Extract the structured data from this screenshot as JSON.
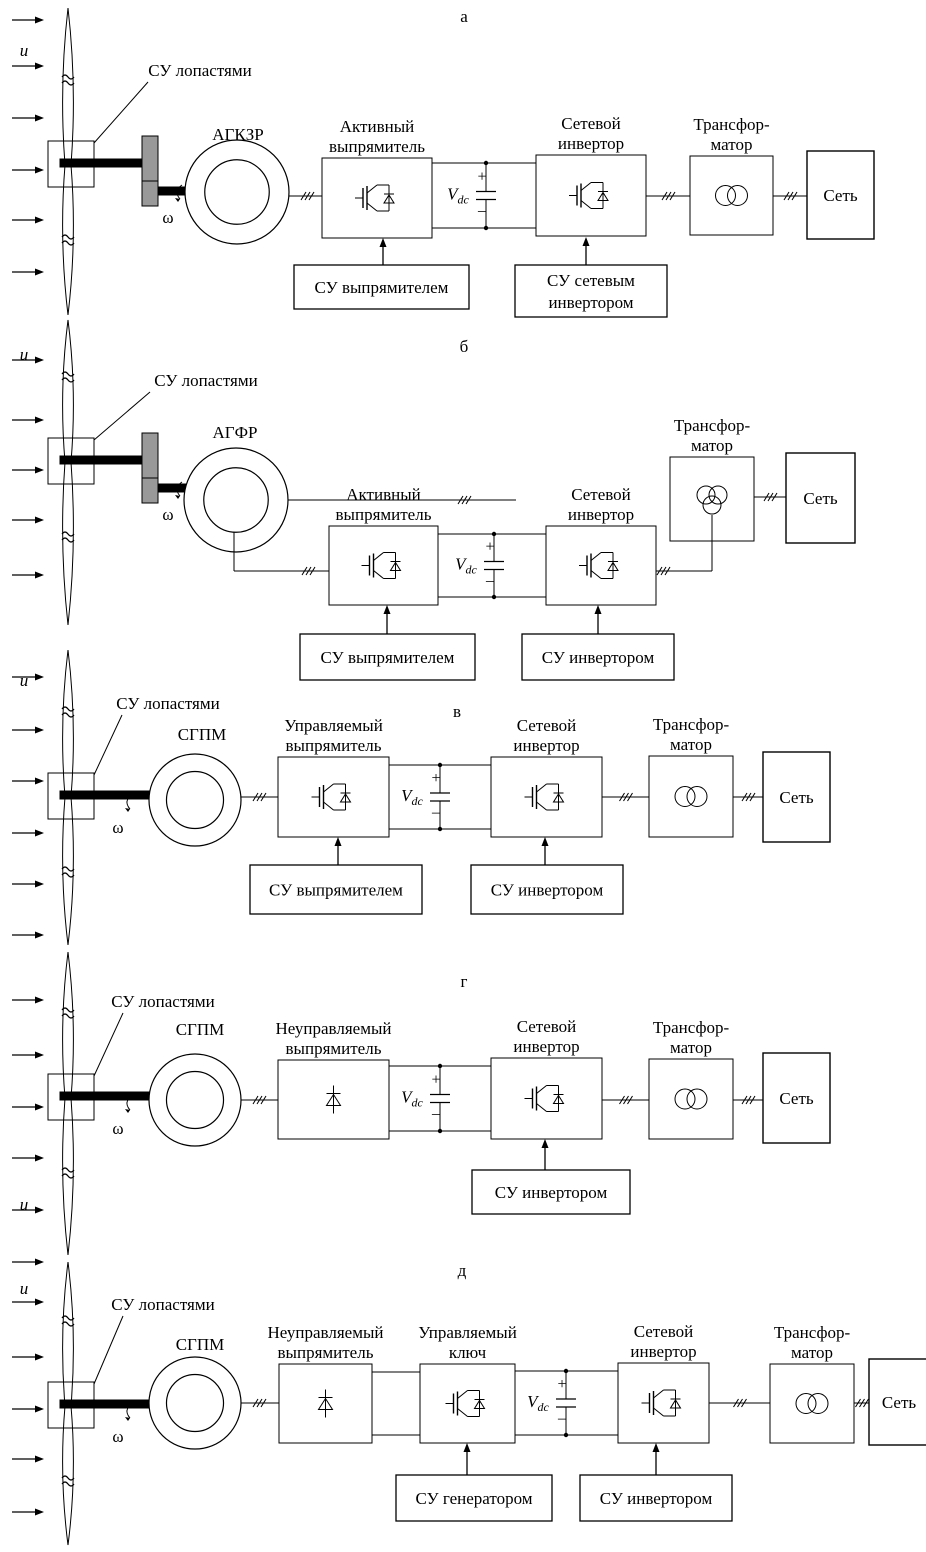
{
  "wind_label": "u",
  "omega_label": "ω",
  "vdc_label": "V",
  "vdc_sub": "dc",
  "plus": "+",
  "minus": "–",
  "panels": [
    {
      "letter": "а",
      "blade_control": "СУ лопастями",
      "generator": "АГКЗР",
      "conv1": [
        "Активный",
        "выпрямитель"
      ],
      "conv2": [
        "Сетевой",
        "инвертор"
      ],
      "transformer": [
        "Трансфор-",
        "матор"
      ],
      "grid": "Сеть",
      "ctrl1": [
        "СУ выпрямителем"
      ],
      "ctrl2": [
        "СУ сетевым",
        "инвертором"
      ]
    },
    {
      "letter": "б",
      "blade_control": "СУ лопастями",
      "generator": "АГФР",
      "conv1": [
        "Активный",
        "выпрямитель"
      ],
      "conv2": [
        "Сетевой",
        "инвертор"
      ],
      "transformer": [
        "Трансфор-",
        "матор"
      ],
      "grid": "Сеть",
      "ctrl1": [
        "СУ выпрямителем"
      ],
      "ctrl2": [
        "СУ инвертором"
      ]
    },
    {
      "letter": "в",
      "blade_control": "СУ лопастями",
      "generator": "СГПМ",
      "conv1": [
        "Управляемый",
        "выпрямитель"
      ],
      "conv2": [
        "Сетевой",
        "инвертор"
      ],
      "transformer": [
        "Трансфор-",
        "матор"
      ],
      "grid": "Сеть",
      "ctrl1": [
        "СУ выпрямителем"
      ],
      "ctrl2": [
        "СУ инвертором"
      ]
    },
    {
      "letter": "г",
      "blade_control": "СУ лопастями",
      "generator": "СГПМ",
      "conv1": [
        "Неуправляемый",
        "выпрямитель"
      ],
      "conv2": [
        "Сетевой",
        "инвертор"
      ],
      "transformer": [
        "Трансфор-",
        "матор"
      ],
      "grid": "Сеть",
      "ctrl2": [
        "СУ инвертором"
      ]
    },
    {
      "letter": "д",
      "blade_control": "СУ лопастями",
      "generator": "СГПМ",
      "conv1": [
        "Неуправляемый",
        "выпрямитель"
      ],
      "chopper": [
        "Управляемый",
        "ключ"
      ],
      "conv2": [
        "Сетевой",
        "инвертор"
      ],
      "transformer": [
        "Трансфор-",
        "матор"
      ],
      "grid": "Сеть",
      "ctrl_chopper": [
        "СУ генератором"
      ],
      "ctrl2": [
        "СУ инвертором"
      ]
    }
  ]
}
